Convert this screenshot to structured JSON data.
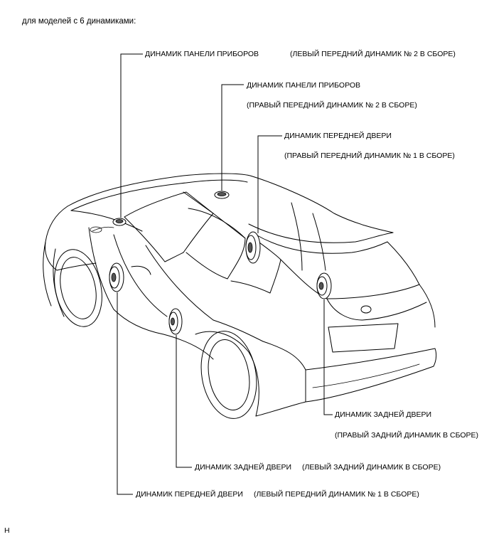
{
  "heading": "для моделей с 6 динамиками:",
  "labels": {
    "left_instrument_panel": {
      "name": "ДИНАМИК ПАНЕЛИ ПРИБОРОВ",
      "assembly": "(ЛЕВЫЙ ПЕРЕДНИЙ ДИНАМИК № 2 В СБОРЕ)"
    },
    "right_instrument_panel": {
      "name": "ДИНАМИК ПАНЕЛИ ПРИБОРОВ",
      "assembly": "(ПРАВЫЙ ПЕРЕДНИЙ ДИНАМИК № 2 В СБОРЕ)"
    },
    "right_front_door": {
      "name": "ДИНАМИК ПЕРЕДНЕЙ ДВЕРИ",
      "assembly": "(ПРАВЫЙ ПЕРЕДНИЙ ДИНАМИК № 1 В СБОРЕ)"
    },
    "right_rear_door": {
      "name": "ДИНАМИК ЗАДНЕЙ ДВЕРИ",
      "assembly": "(ПРАВЫЙ ЗАДНИЙ ДИНАМИК В СБОРЕ)"
    },
    "left_rear_door": {
      "name": "ДИНАМИК ЗАДНЕЙ ДВЕРИ",
      "assembly": "(ЛЕВЫЙ ЗАДНИЙ ДИНАМИК В СБОРЕ)"
    },
    "left_front_door": {
      "name": "ДИНАМИК ПЕРЕДНЕЙ ДВЕРИ",
      "assembly": "(ЛЕВЫЙ ПЕРЕДНИЙ ДИНАМИК № 1 В СБОРЕ)"
    }
  },
  "footer_code": "H"
}
